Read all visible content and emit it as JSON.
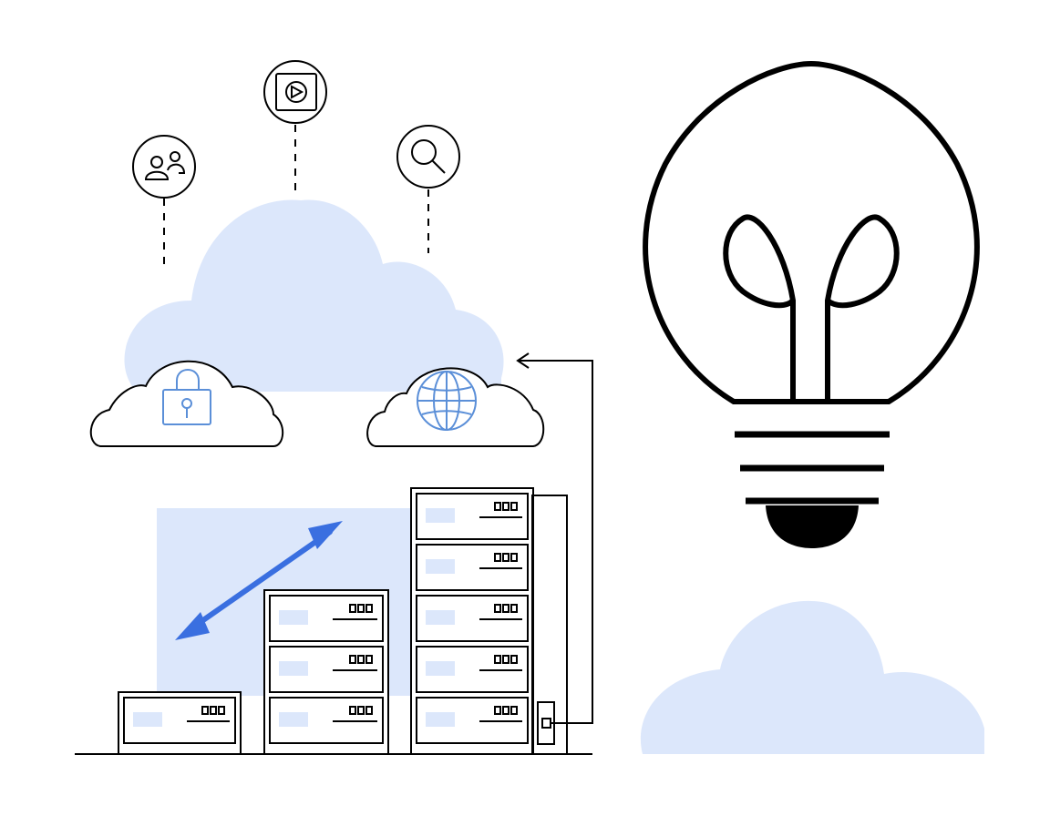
{
  "illustration": {
    "colors": {
      "background": "#ffffff",
      "stroke": "#000000",
      "accent_blue": "#3a6fe0",
      "light_blue": "#dce7fb",
      "icon_blue": "#5b8fd8"
    },
    "network_icons": [
      {
        "name": "users-icon"
      },
      {
        "name": "video-play-icon"
      },
      {
        "name": "search-icon"
      }
    ],
    "cloud_icons": [
      {
        "name": "lock-icon"
      },
      {
        "name": "globe-icon"
      }
    ],
    "server_racks": [
      {
        "name": "server-rack-small",
        "units": 1
      },
      {
        "name": "server-rack-medium",
        "units": 3
      },
      {
        "name": "server-rack-large",
        "units": 5
      }
    ],
    "scale_arrow": {
      "name": "scale-arrow-icon"
    },
    "lightbulb": {
      "name": "lightbulb-icon"
    }
  }
}
